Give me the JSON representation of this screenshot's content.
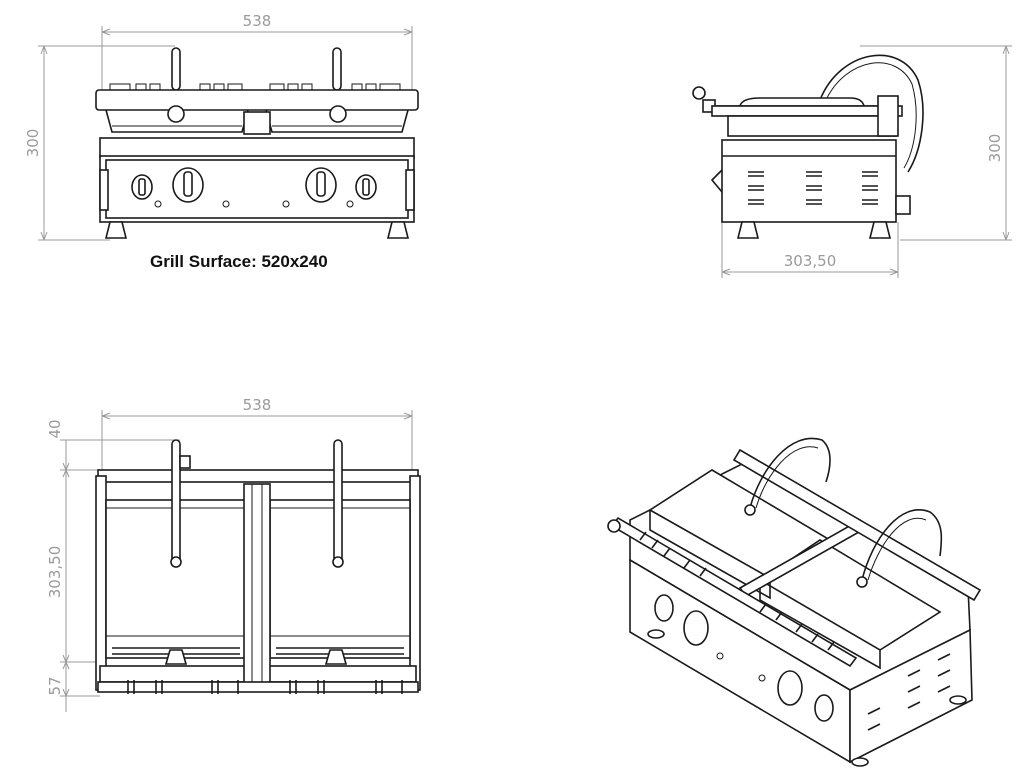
{
  "front_view": {
    "width_label": "538",
    "height_label": "300",
    "caption": "Grill Surface: 520x240"
  },
  "side_view": {
    "height_label": "300",
    "depth_label": "303,50"
  },
  "top_view": {
    "width_label": "538",
    "top_offset_label": "40",
    "depth_label": "303,50",
    "bottom_offset_label": "57"
  },
  "colors": {
    "line": "#1a1a1a",
    "dimension": "#9a9a9a",
    "background": "#ffffff"
  }
}
